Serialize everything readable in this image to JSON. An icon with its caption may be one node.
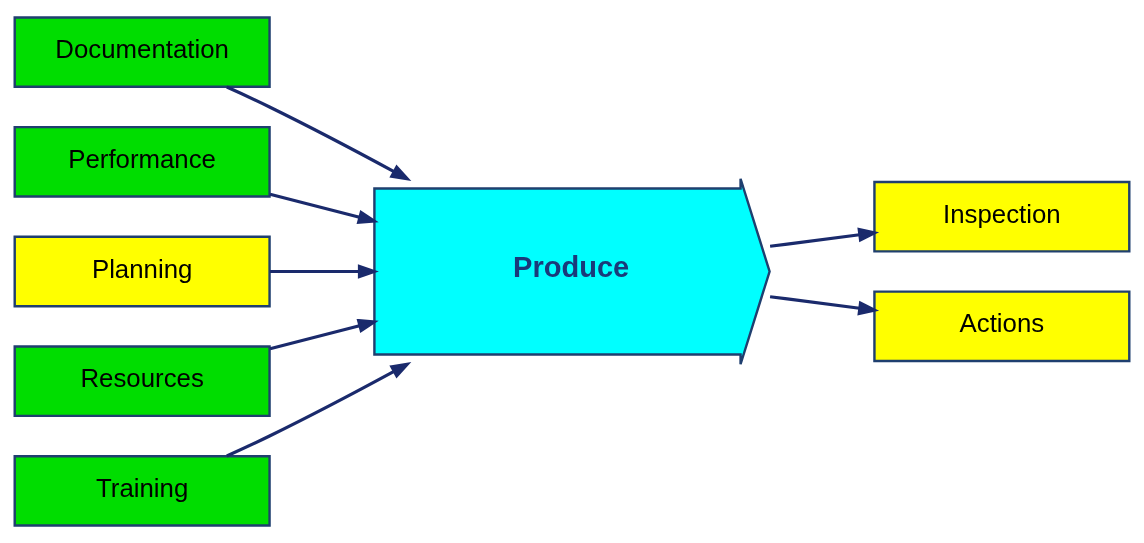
{
  "diagram": {
    "nodes": [
      {
        "text": [
          "Documentation"
        ]
      },
      {
        "text": [
          "Performance"
        ]
      },
      {
        "text": [
          "Planning"
        ]
      },
      {
        "text": [
          "Produce"
        ]
      },
      {
        "text": [
          "Inspection"
        ]
      },
      {
        "text": [
          "Actions"
        ]
      },
      {
        "text": [
          "Resources"
        ]
      },
      {
        "text": [
          "Training"
        ]
      }
    ],
    "edges": [
      {
        "from": 0,
        "to": 3,
        "arrow": "to"
      },
      {
        "from": 1,
        "to": 3,
        "arrow": "to"
      },
      {
        "from": 2,
        "to": 3,
        "arrow": "to"
      },
      {
        "from": 6,
        "to": 3,
        "arrow": "to"
      },
      {
        "from": 7,
        "to": 3,
        "arrow": "to"
      },
      {
        "from": 3,
        "to": 4,
        "arrow": "to"
      },
      {
        "from": 3,
        "to": 5,
        "arrow": "to"
      }
    ]
  }
}
